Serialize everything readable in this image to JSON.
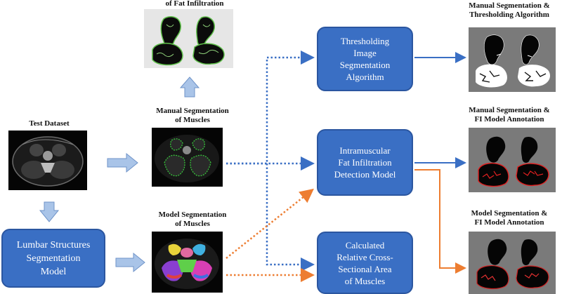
{
  "labels": {
    "fat_infiltration_title": "of Fat Infiltration",
    "test_dataset": "Test Dataset",
    "manual_seg_line1": "Manual Segmentation",
    "manual_seg_line2": "of Muscles",
    "model_seg_line1": "Model Segmentation",
    "model_seg_line2": "of Muscles",
    "manual_thresh_line1": "Manual Segmentation  &",
    "manual_thresh_line2": "Thresholding Algorithm",
    "manual_fi_line1": "Manual Segmentation  &",
    "manual_fi_line2": "FI Model Annotation",
    "model_fi_line1": "Model Segmentation  &",
    "model_fi_line2": "FI Model Annotation"
  },
  "boxes": {
    "thresholding": [
      "Thresholding",
      "Image",
      "Segmentation",
      "Algorithm"
    ],
    "fat_infiltration": [
      "Intramuscular",
      "Fat Infiltration",
      "Detection Model"
    ],
    "csa": [
      "Calculated",
      "Relative Cross-",
      "Sectional Area",
      "of Muscles"
    ],
    "lumbar": [
      "Lumbar Structures",
      "Segmentation",
      "Model"
    ]
  },
  "colors": {
    "box_fill": "#3a6fc4",
    "blue_arrow": "#3a6fc4",
    "orange_arrow": "#ed7d31",
    "block_arrow": "#a9c4e8"
  }
}
